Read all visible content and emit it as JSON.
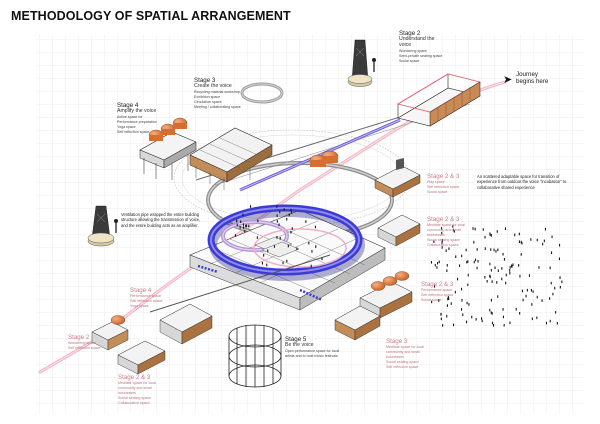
{
  "title": "METHODOLOGY OF SPATIAL ARRANGEMENT",
  "journey": "Journey begins here",
  "stages": [
    {
      "id": "s2_top",
      "heading": "Stage 2",
      "sub": [
        "Understand the",
        "voice"
      ],
      "items": [
        "Wondering space",
        "Semi-private seating space",
        "Social space"
      ]
    },
    {
      "id": "s3_top",
      "heading": "Stage 3",
      "sub": [
        "Create the voice"
      ],
      "items": [
        "Recycling material workshop",
        "Exhibition space",
        "Circulation space",
        "Meeting / collaborating space"
      ]
    },
    {
      "id": "s4_top",
      "heading": "Stage 4",
      "sub": [
        "Amplify the voice"
      ],
      "items": [
        "Active space for",
        "Performance preparation",
        "Yoga space",
        "Self reflection space"
      ]
    },
    {
      "id": "s23_a",
      "heading": "Stage 2 & 3",
      "sub": [],
      "items": [
        "Play space",
        "Self reflection space",
        "Social space"
      ]
    },
    {
      "id": "s23_b",
      "heading": "Stage 2 & 3",
      "sub": [],
      "items": [
        "Meditate space for local",
        "community and small",
        "businesses",
        "Social seating space",
        "Collaborative space"
      ]
    },
    {
      "id": "s23_c",
      "heading": "Stage 2 & 3",
      "sub": [],
      "items": [
        "Performance space",
        "Self reflection space",
        "Social space"
      ]
    },
    {
      "id": "s3_right",
      "heading": "Stage 3",
      "sub": [],
      "items": [
        "Meditate space for local",
        "community and small",
        "businesses",
        "Social seating space",
        "Self reflection space"
      ]
    },
    {
      "id": "s4_left",
      "heading": "Stage 4",
      "sub": [],
      "items": [
        "Performance space",
        "Self reflection space",
        "Yoga space"
      ]
    },
    {
      "id": "s2_left",
      "heading": "Stage 2",
      "sub": [],
      "items": [
        "Wondering space",
        "Self reflection space"
      ]
    },
    {
      "id": "s23_left",
      "heading": "Stage 2 & 3",
      "sub": [],
      "items": [
        "Meditate space for local",
        "community and small",
        "businesses",
        "Social seating space",
        "Collaborative space"
      ]
    },
    {
      "id": "s5",
      "heading": "Stage 5",
      "sub": [
        "Be the voice"
      ],
      "items": [
        "Open performance space for local",
        "artists and to host music festivals"
      ]
    }
  ],
  "callouts": {
    "ventilation": "Ventilation pipe wrapped the entire building structure allowing the transmission of voice, and the entire building acts as an amplifier.",
    "scattered": "An scattered adaptable space for transition of experience from outdoor the voice \"incubation\" to collaborative shared experience"
  },
  "colors": {
    "path_pink": "#f2b3c2",
    "pipe_blue": "#3d3bd6",
    "pipe_purple": "#8a7ad8",
    "wood": "#a9753f",
    "orange_tank": "#e27d3f",
    "grid": "#dcdcdc",
    "dark": "#2a2a2a"
  }
}
